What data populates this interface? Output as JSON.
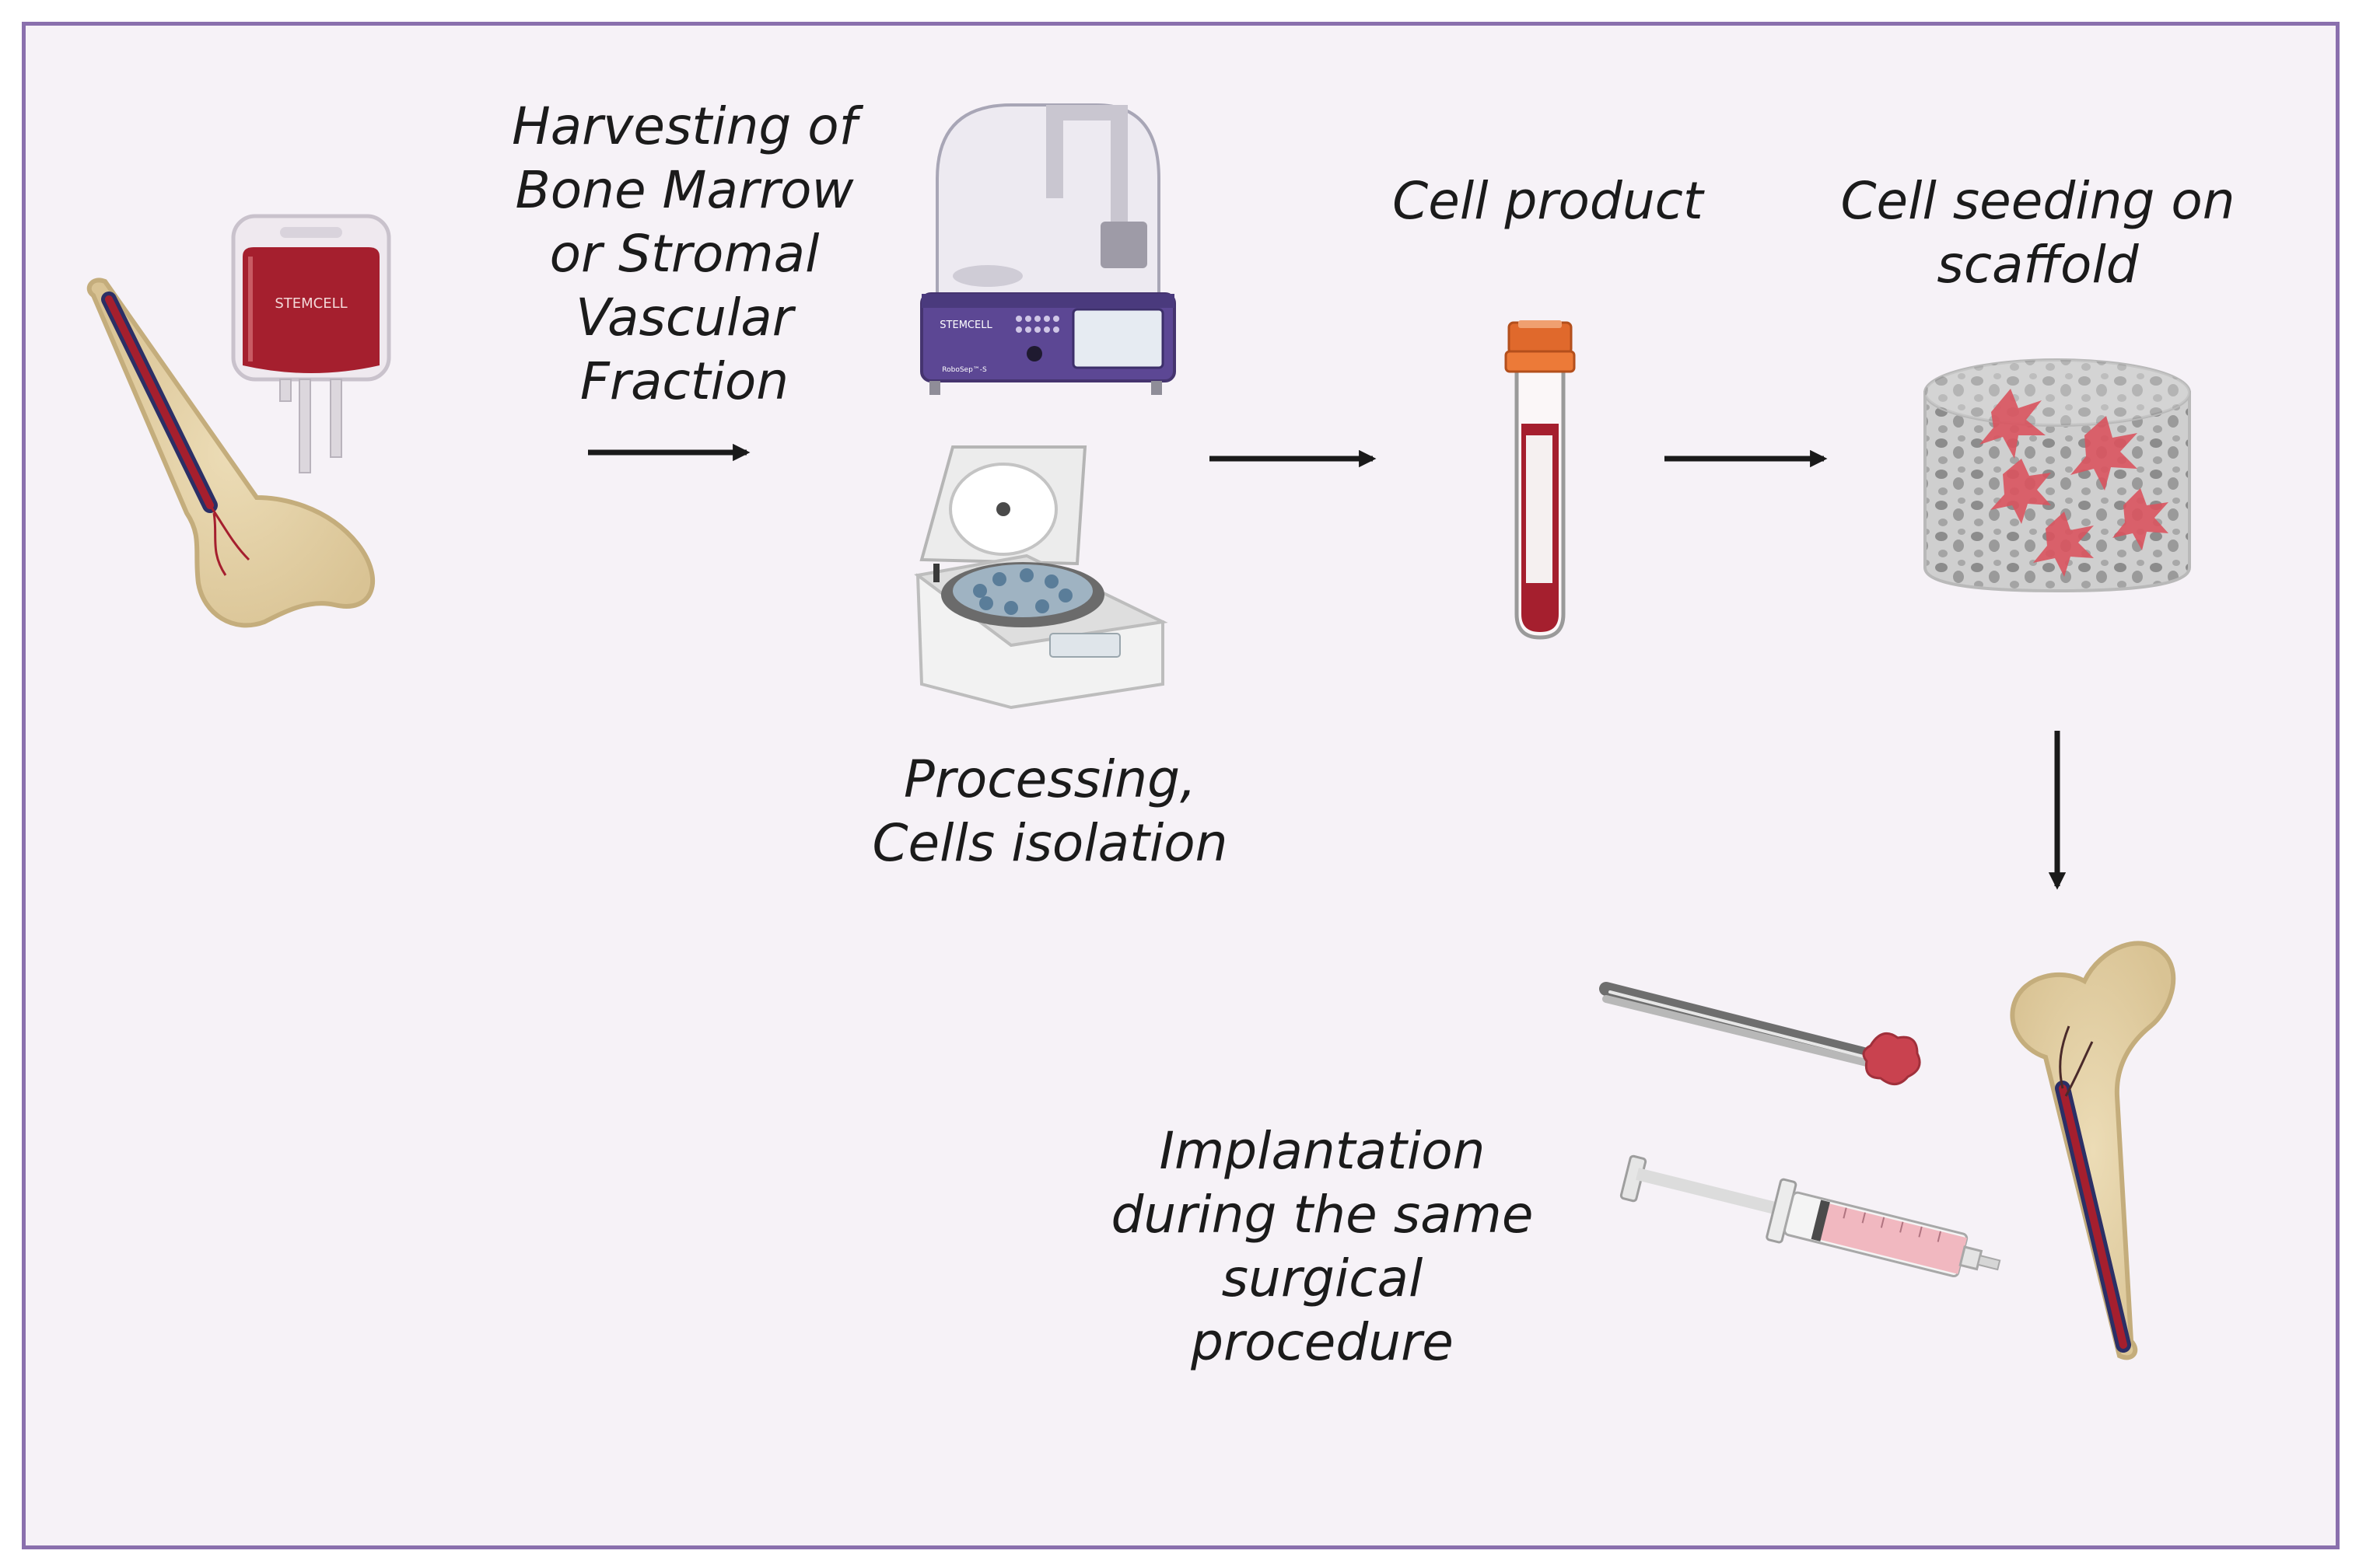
{
  "labels": {
    "harvesting": [
      "Harvesting of",
      "Bone Marrow",
      "or Stromal",
      "Vascular",
      "Fraction"
    ],
    "processing": [
      "Processing,",
      "Cells isolation"
    ],
    "cell_product": [
      "Cell product"
    ],
    "cell_seeding": [
      "Cell seeding on",
      "scaffold"
    ],
    "implantation": [
      "Implantation",
      "during the same",
      "surgical",
      "procedure"
    ]
  },
  "brand": {
    "bag_logo": "STEMCELL",
    "device_logo": "STEMCELL",
    "device_model": "RoboSep™-S"
  },
  "colors": {
    "frame_border": "#8a70ad",
    "background": "#f6f2f7",
    "blood": "#a51f2e",
    "bone": "#e3d1a6",
    "device_purple": "#5c4794",
    "tube_cap": "#e0692c",
    "cells": "#d9535e",
    "arrow": "#1a1a1a"
  }
}
